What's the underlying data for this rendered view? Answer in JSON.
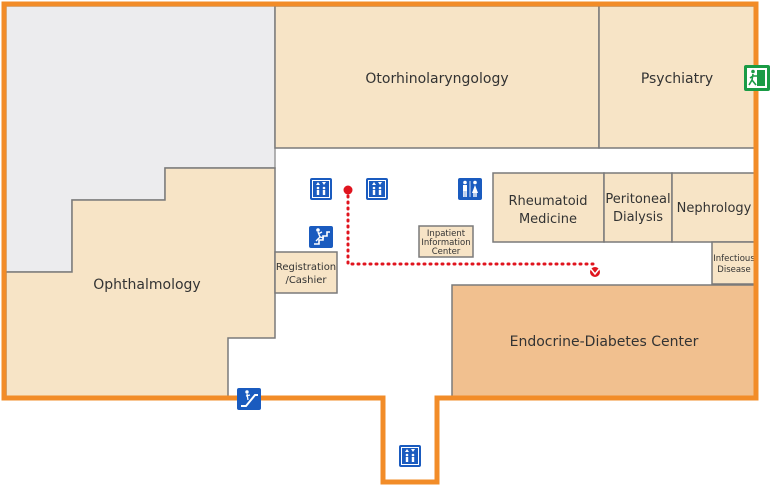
{
  "rooms": {
    "otorhinolaryngology": "Otorhinolaryngology",
    "psychiatry": "Psychiatry",
    "ophthalmology": "Ophthalmology",
    "rheumatoid_line1": "Rheumatoid",
    "rheumatoid_line2": "Medicine",
    "peritoneal_line1": "Peritoneal",
    "peritoneal_line2": "Dialysis",
    "nephrology": "Nephrology",
    "infectious_line1": "Infectious",
    "infectious_line2": "Disease",
    "registration_line1": "Registration",
    "registration_line2": "/Cashier",
    "inpatient_line1": "Inpatient",
    "inpatient_line2": "Information",
    "inpatient_line3": "Center",
    "endocrine": "Endocrine-Diabetes Center"
  },
  "icons": {
    "elevator": "elevator-icon",
    "restroom": "restroom-icon",
    "stairs": "stairs-icon",
    "escalator": "escalator-icon",
    "exit": "emergency-exit-icon",
    "route_start": "route-start-marker",
    "route_end": "destination-marker"
  },
  "colors": {
    "outline": "#f28c28",
    "room_fill": "#f7e4c6",
    "room_stroke": "#7a7a7a",
    "highlight_fill": "#f1c08f",
    "unavailable": "#ececee",
    "icon_blue": "#1a5bbf",
    "route": "#e0141e",
    "exit_green": "#1a9b45"
  }
}
